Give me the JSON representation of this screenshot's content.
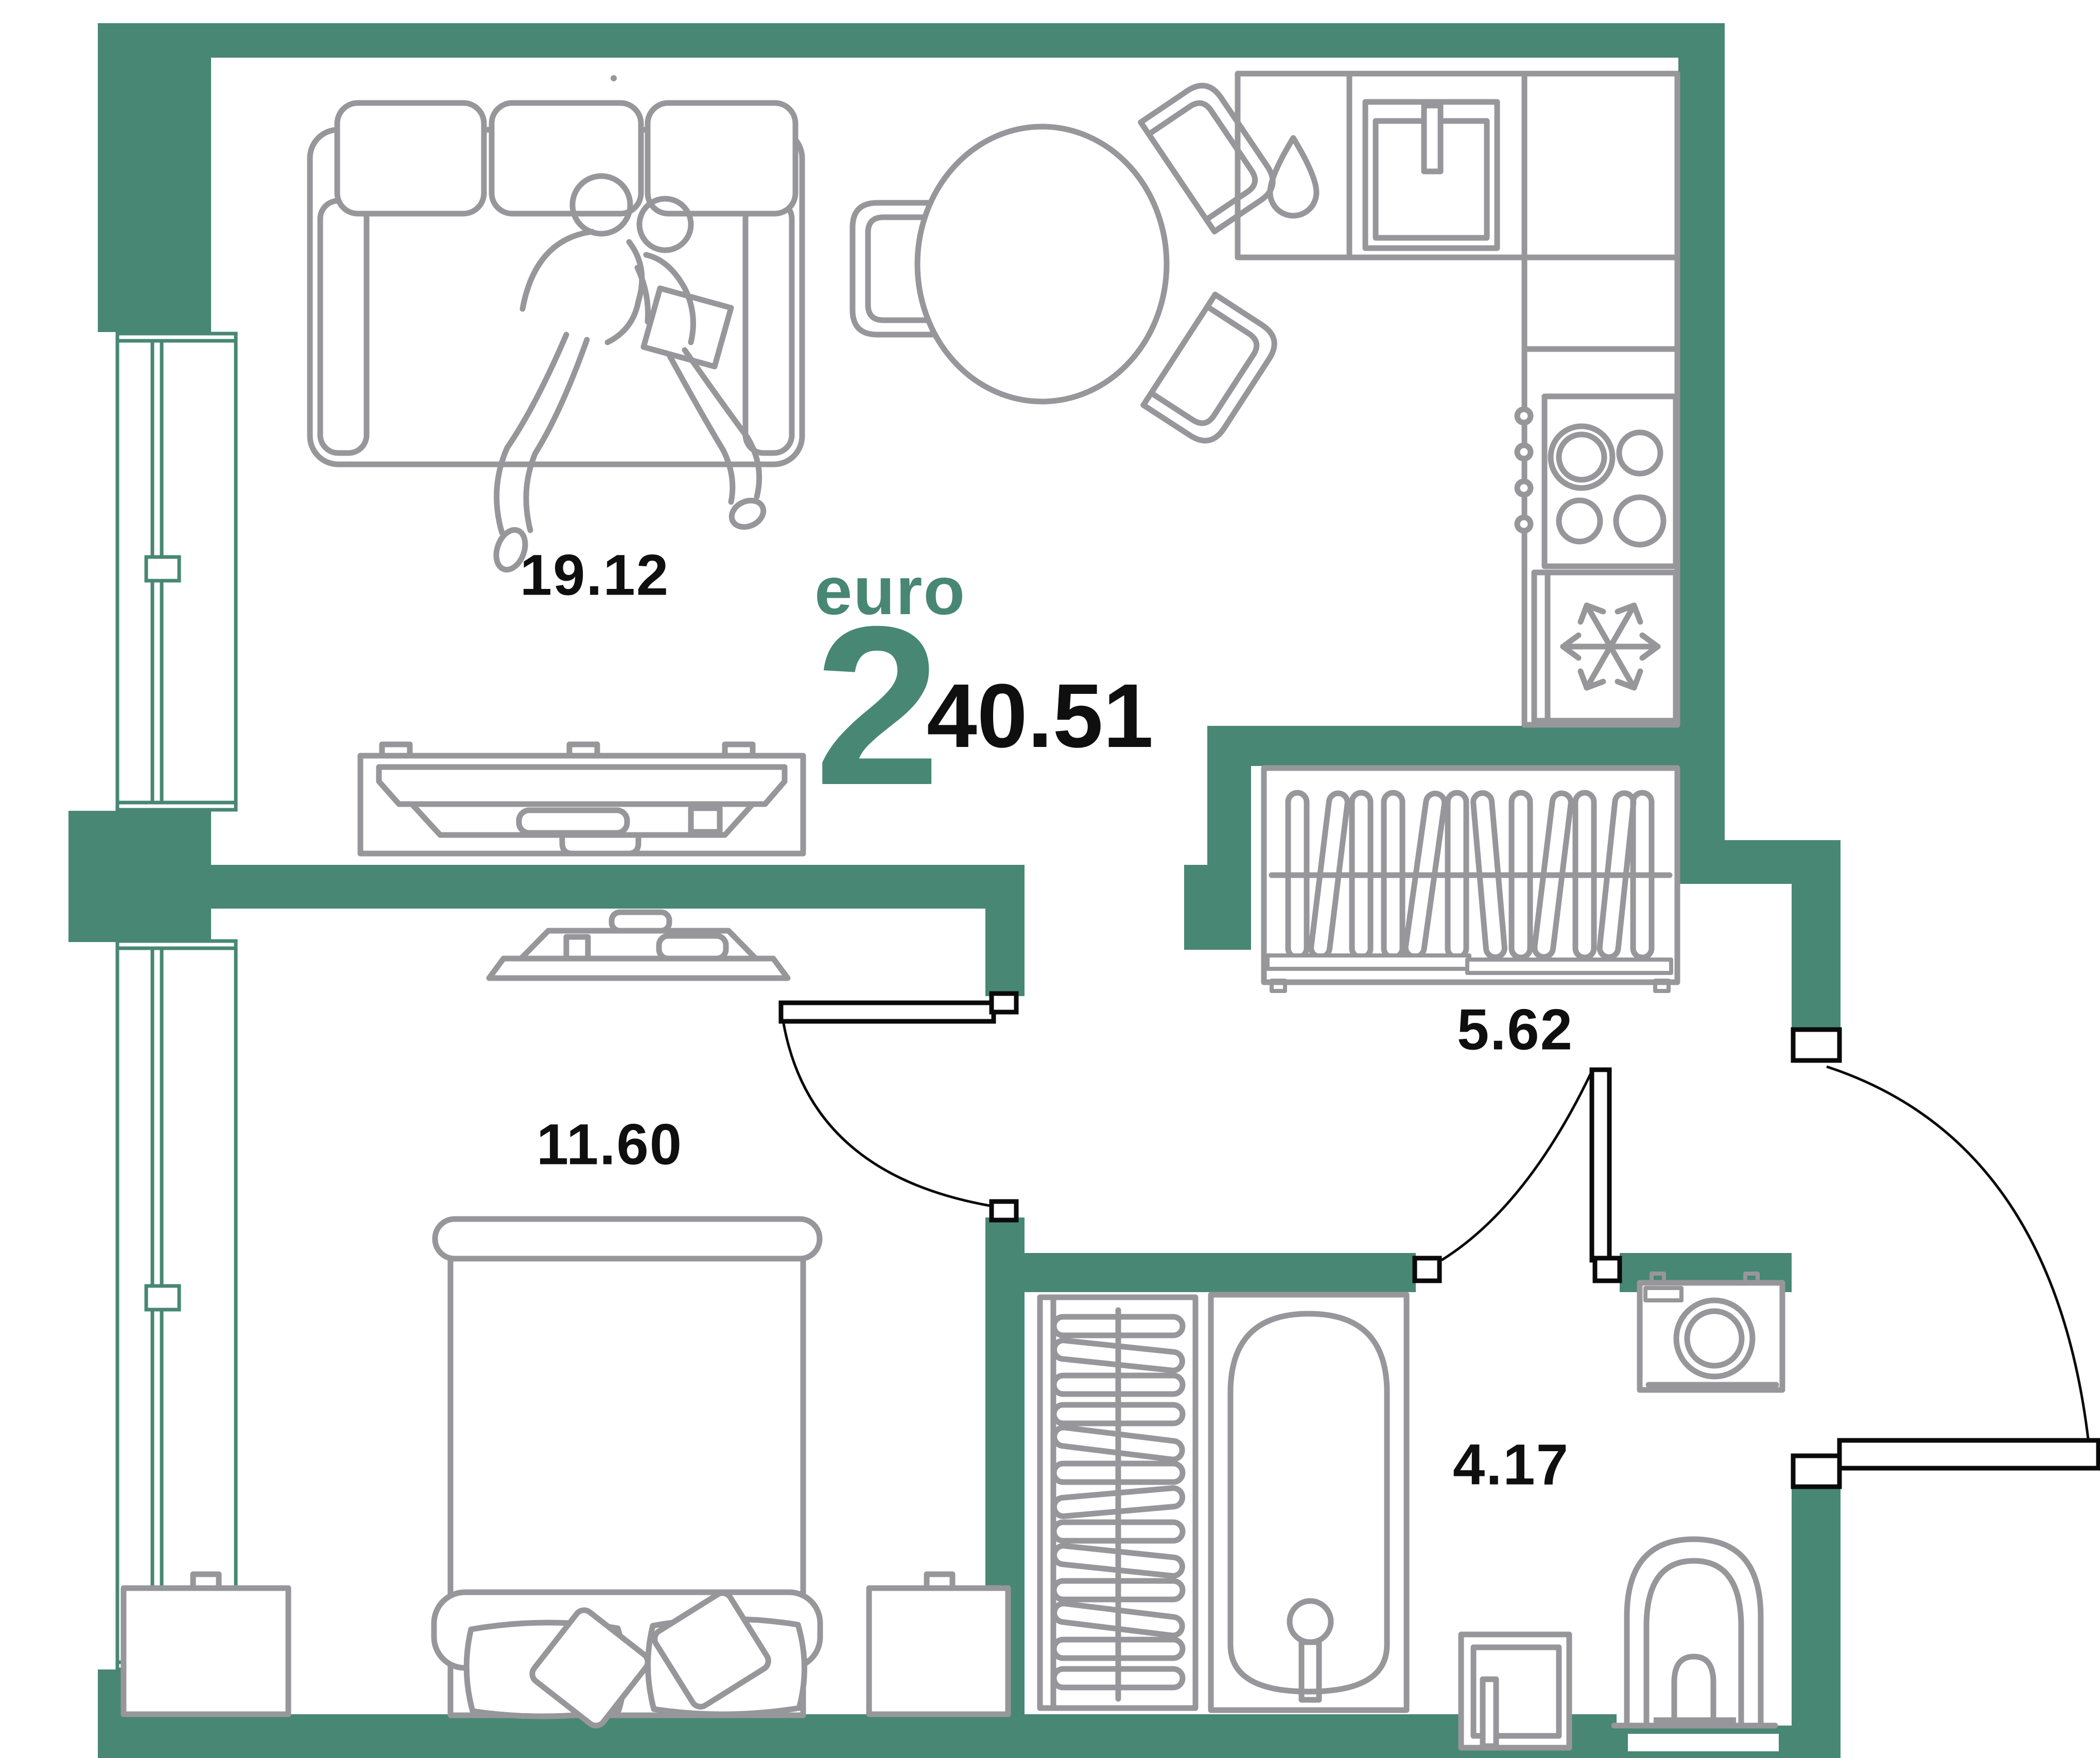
{
  "unit": {
    "type_label": "euro",
    "rooms_count": "2",
    "total_area": "40.51"
  },
  "rooms": [
    {
      "id": "living-kitchen",
      "area": "19.12"
    },
    {
      "id": "bedroom",
      "area": "11.60"
    },
    {
      "id": "hallway",
      "area": "5.62"
    },
    {
      "id": "bathroom",
      "area": "4.17"
    }
  ],
  "icons": {
    "kitchen_wet_zone": "water-drop-icon",
    "fridge": "snowflake-icon"
  },
  "colors": {
    "wall_color": "#488773",
    "furniture_line_color": "#97979b",
    "door_line_color": "#0a0a0a",
    "text_color": "#0f0f0f",
    "accent_text_color": "#488773",
    "background_color": "#ffffff"
  }
}
